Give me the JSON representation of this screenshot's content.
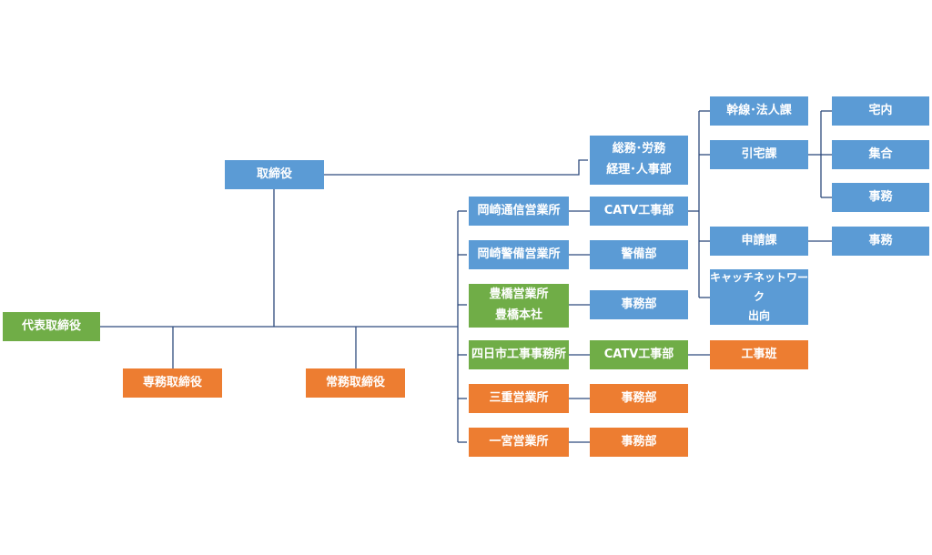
{
  "colors": {
    "green": "#70ad47",
    "orange": "#ed7d31",
    "blue": "#5b9bd5",
    "line": "#2e4a7d"
  },
  "nodes": {
    "daihyo": "代表取締役",
    "torishimari": "取締役",
    "senmu": "専務取締役",
    "jomu": "常務取締役",
    "somu_1": "総務･労務",
    "somu_2": "経理･人事部",
    "okazaki_tsushin": "岡崎通信営業所",
    "okazaki_keibi": "岡崎警備営業所",
    "toyohashi_1": "豊橋営業所",
    "toyohashi_2": "豊橋本社",
    "yokkaichi": "四日市工事事務所",
    "mie": "三重営業所",
    "ichinomiya": "一宮営業所",
    "catv_1": "CATV工事部",
    "keibi_bu": "警備部",
    "jimu_toyohashi": "事務部",
    "catv_2": "CATV工事部",
    "jimu_mie": "事務部",
    "jimu_ichinomiya": "事務部",
    "kanssen": "幹線･法人課",
    "hikitaku": "引宅課",
    "shinsei": "申請課",
    "catch_1": "キャッチネットワーク",
    "catch_2": "出向",
    "koujihan": "工事班",
    "takunai": "宅内",
    "shugo": "集合",
    "jimu_hikitaku": "事務",
    "jimu_shinsei": "事務"
  }
}
